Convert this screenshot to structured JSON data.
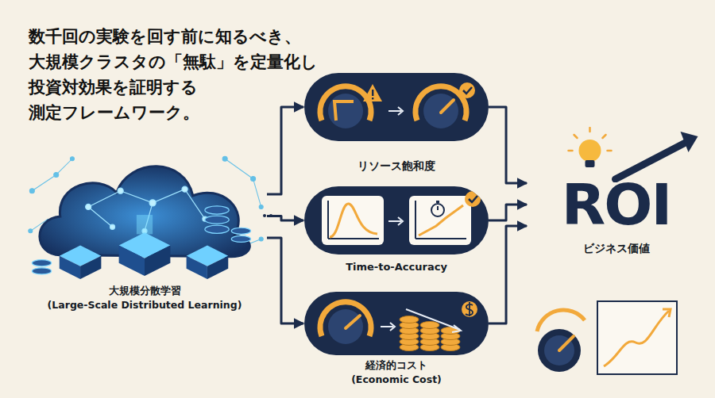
{
  "diagram": {
    "title": "数千回の実験を回す前に知るべき、 大規模クラスタの「無駄」を定量化し 投資対効果を証明する 測定フレームワーク。",
    "nodes": [
      {
        "text": [
          "大規模分散学習",
          "(Large-Scale Distributed Learning)"
        ]
      },
      {
        "text": [
          "リソース飽和度"
        ]
      },
      {
        "text": [
          "Time-to-Accuracy"
        ]
      },
      {
        "text": [
          "経済的コスト",
          "(Economic Cost)"
        ]
      },
      {
        "text": [
          "ROI",
          "ビジネス価値"
        ]
      }
    ],
    "edges": [
      {
        "from": 0,
        "to": 1,
        "arrow": "to"
      },
      {
        "from": 0,
        "to": 2,
        "arrow": "to"
      },
      {
        "from": 0,
        "to": 3,
        "arrow": "to"
      },
      {
        "from": 1,
        "to": 4,
        "arrow": "to"
      },
      {
        "from": 2,
        "to": 4,
        "arrow": "to"
      },
      {
        "from": 3,
        "to": 4,
        "arrow": "to"
      }
    ]
  }
}
